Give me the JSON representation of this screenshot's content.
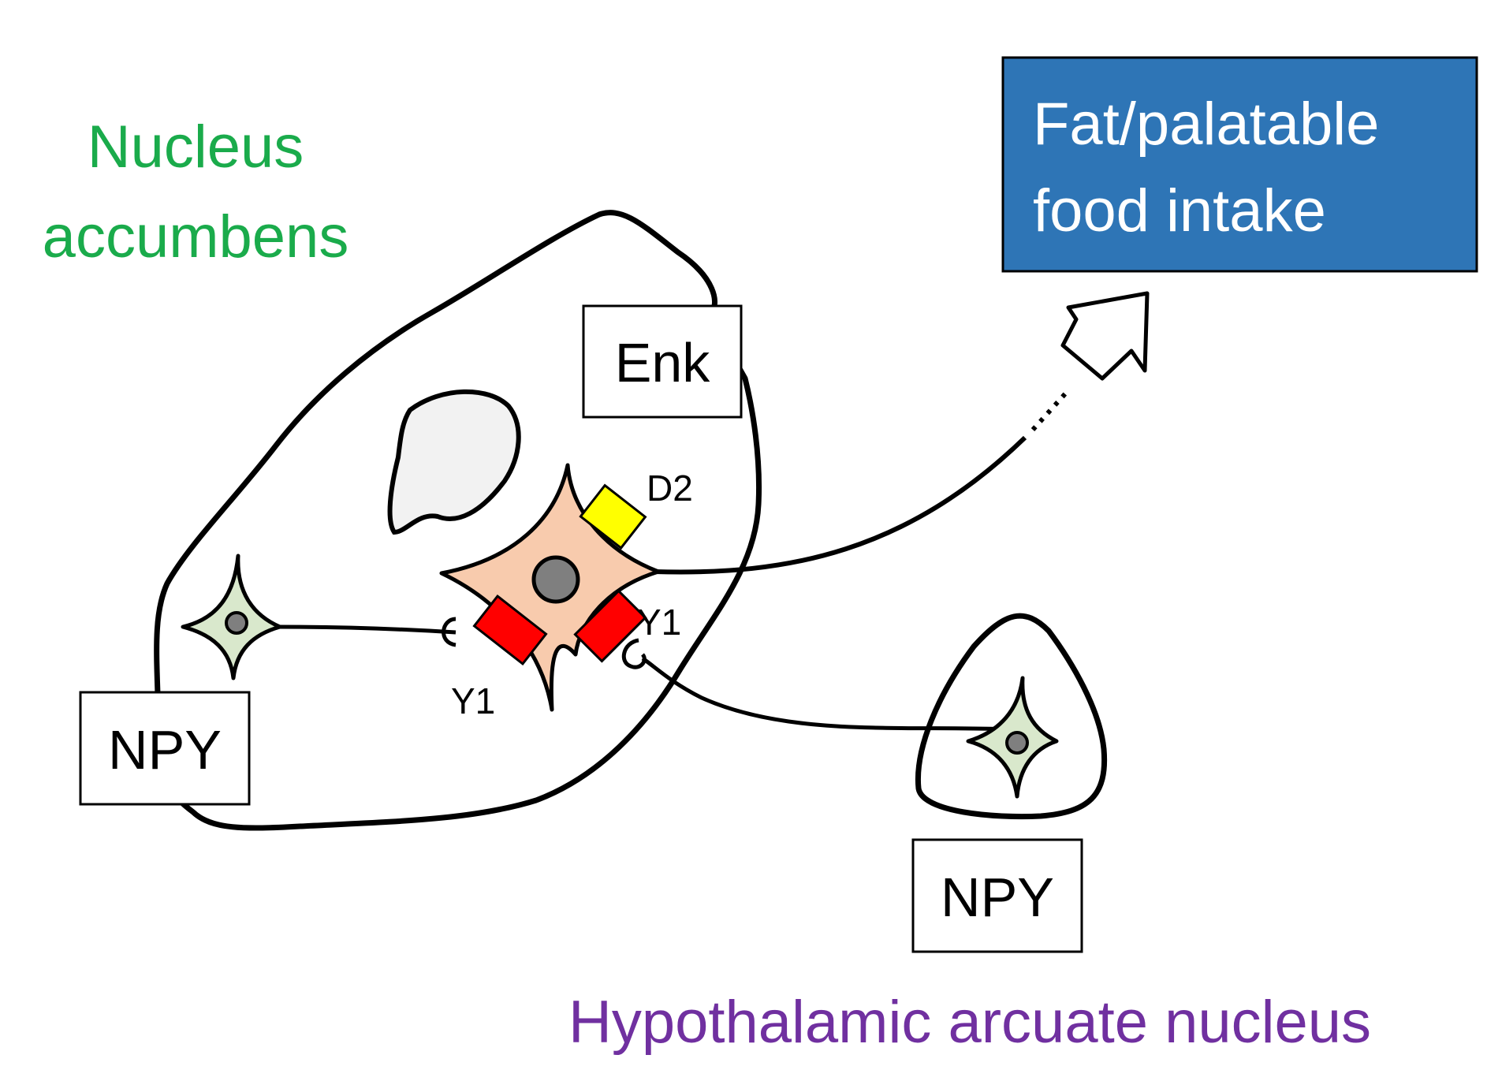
{
  "regions": {
    "nac": {
      "label_line1": "Nucleus",
      "label_line2": "accumbens",
      "color": "#1aab4b"
    },
    "arc": {
      "label": "Hypothalamic arcuate nucleus",
      "color": "#7030a0"
    }
  },
  "boxes": {
    "enk": "Enk",
    "npy_local": "NPY",
    "npy_arc": "NPY",
    "food_line1": "Fat/palatable",
    "food_line2": "food intake"
  },
  "receptors": {
    "d2": "D2",
    "y1_left": "Y1",
    "y1_right": "Y1"
  },
  "colors": {
    "food_box": "#2e75b6",
    "enk_neuron": "#f8cbad",
    "npy_neuron": "#d9e8cc",
    "nucleus_dot": "#7f7f7f",
    "d2_receptor": "#ffff00",
    "y1_receptor": "#ff0000",
    "vesicle": "#f2f2f2"
  }
}
